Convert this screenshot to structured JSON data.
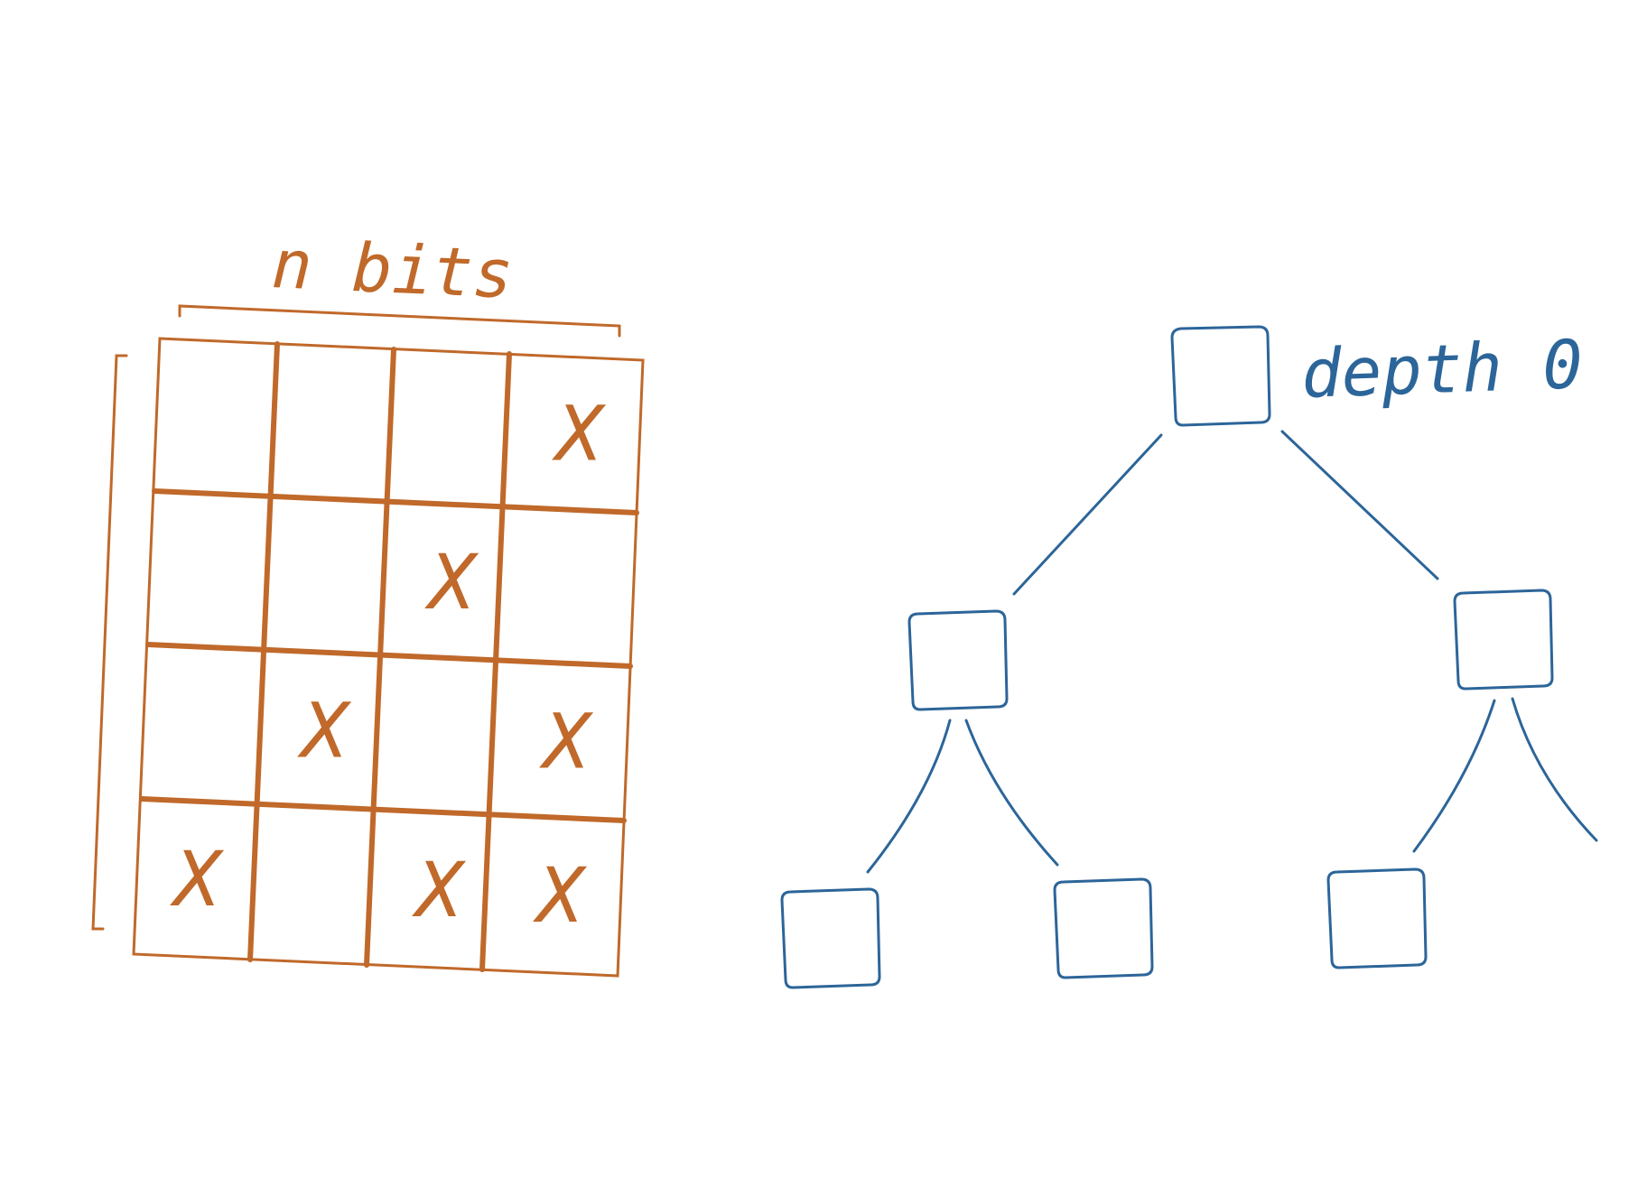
{
  "colors": {
    "background": "#ffffff",
    "grid": "#c0692a",
    "tree": "#2c6599"
  },
  "grid": {
    "width_label": "n bits",
    "rows": 4,
    "cols": 4,
    "cell_mark": "X",
    "marked_cells": [
      [
        false,
        false,
        false,
        true
      ],
      [
        false,
        false,
        true,
        false
      ],
      [
        false,
        true,
        false,
        true
      ],
      [
        true,
        false,
        true,
        true
      ]
    ]
  },
  "tree": {
    "root_label": "depth 0",
    "nodes": [
      "root",
      "level1-left",
      "level1-right",
      "level2-left-left",
      "level2-left-right",
      "level2-right-left"
    ]
  }
}
